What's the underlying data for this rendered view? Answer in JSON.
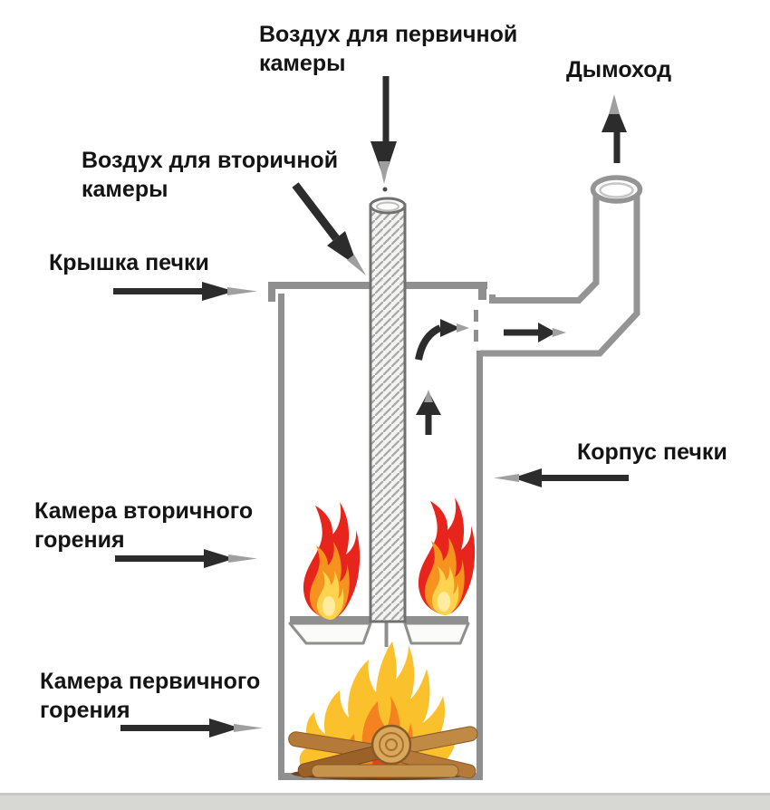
{
  "labels": {
    "primary_air": {
      "lines": [
        "Воздух для первичной",
        "камеры"
      ]
    },
    "chimney": {
      "lines": [
        "Дымоход"
      ]
    },
    "secondary_air": {
      "lines": [
        "Воздух для вторичной",
        "камеры"
      ]
    },
    "stove_lid": {
      "lines": [
        "Крышка печки"
      ]
    },
    "stove_body": {
      "lines": [
        "Корпус печки"
      ]
    },
    "secondary_chamber": {
      "lines": [
        "Камера вторичного",
        "горения"
      ]
    },
    "primary_chamber": {
      "lines": [
        "Камера первичного",
        "горения"
      ]
    }
  },
  "arrows": {
    "primary_air_flow": "down-into-tube",
    "secondary_air_flow": "diagonal-down-right",
    "lid_pointer": "right",
    "chimney_flow": "up",
    "duct_flow": "right",
    "updraft_turn": "curve-up-right",
    "updraft_flow": "up",
    "body_pointer": "left",
    "secondary_chamber_pointer": "right",
    "primary_chamber_pointer": "right"
  },
  "colors": {
    "text": "#141414",
    "line_grey": "#929292",
    "line_dark": "#6f6f6f",
    "arrow_dark": "#2c2c2c",
    "arrow_tip": "#9f9f9f",
    "flame_red": "#e8251c",
    "flame_orange": "#f6921e",
    "flame_yellow": "#ffd34e",
    "flame_pale": "#ffeca0",
    "fire_yellow": "#fbc12d",
    "fire_orange": "#f58220",
    "fire_red": "#e2441f",
    "log_light": "#d8a95c",
    "log_mid": "#b5793a",
    "log_dark": "#8a5a26",
    "shadow_strip": "#d7d7d3"
  }
}
